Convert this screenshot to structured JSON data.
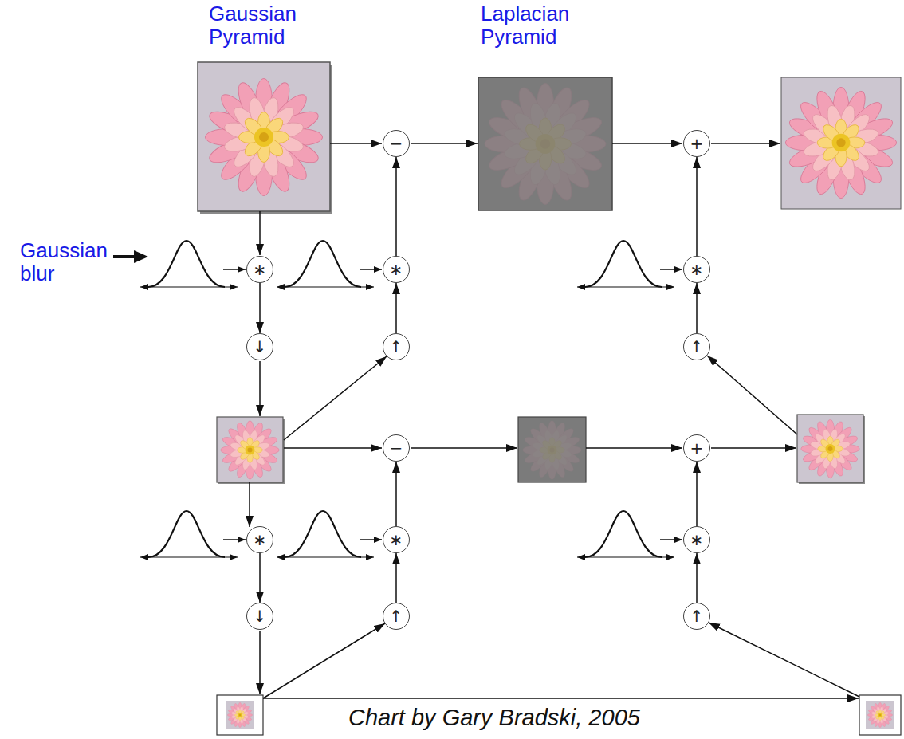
{
  "diagram": {
    "caption": "Chart by Gary Bradski, 2005",
    "nodes": [
      {
        "text": [
          "−"
        ]
      },
      {
        "text": [
          "+"
        ]
      },
      {
        "text": [
          "∗"
        ]
      },
      {
        "text": [
          "∗"
        ]
      },
      {
        "text": [
          "∗"
        ]
      },
      {
        "text": [
          "↓"
        ]
      },
      {
        "text": [
          "↑"
        ]
      },
      {
        "text": [
          "↑"
        ]
      },
      {
        "text": [
          "−"
        ]
      },
      {
        "text": [
          "+"
        ]
      },
      {
        "text": [
          "∗"
        ]
      },
      {
        "text": [
          "∗"
        ]
      },
      {
        "text": [
          "∗"
        ]
      },
      {
        "text": [
          "↓"
        ]
      },
      {
        "text": [
          "↑"
        ]
      },
      {
        "text": [
          "↑"
        ]
      }
    ],
    "edges": [
      {
        "from": 2,
        "to": 5,
        "arrow": "to"
      },
      {
        "from": 3,
        "to": 0,
        "arrow": "to"
      },
      {
        "from": 6,
        "to": 3,
        "arrow": "to"
      },
      {
        "from": 4,
        "to": 1,
        "arrow": "to"
      },
      {
        "from": 7,
        "to": 4,
        "arrow": "to"
      },
      {
        "from": 10,
        "to": 13,
        "arrow": "to"
      },
      {
        "from": 11,
        "to": 8,
        "arrow": "to"
      },
      {
        "from": 14,
        "to": 11,
        "arrow": "to"
      },
      {
        "from": 12,
        "to": 9,
        "arrow": "to"
      },
      {
        "from": 15,
        "to": 12,
        "arrow": "to"
      }
    ],
    "labels": [
      "Gaussian Pyramid",
      "Laplacian Pyramid",
      "Gaussian blur"
    ]
  }
}
